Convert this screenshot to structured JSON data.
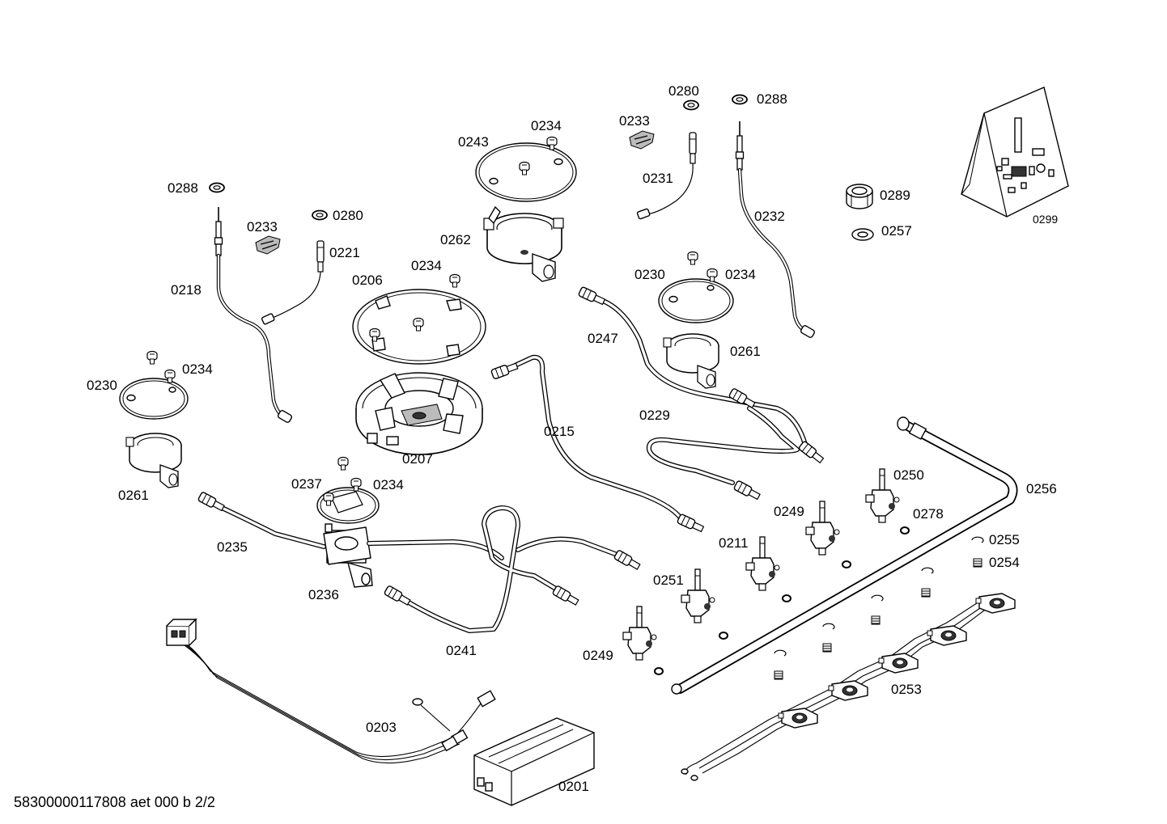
{
  "footer_text": "58300000117808 aet 000 b 2/2",
  "part_labels": [
    {
      "id": "p0280a",
      "text": "0280"
    },
    {
      "id": "p0288a",
      "text": "0288"
    },
    {
      "id": "p0234a",
      "text": "0234"
    },
    {
      "id": "p0233a",
      "text": "0233"
    },
    {
      "id": "p0243",
      "text": "0243"
    },
    {
      "id": "p0231",
      "text": "0231"
    },
    {
      "id": "p0288b",
      "text": "0288"
    },
    {
      "id": "p0233b",
      "text": "0233"
    },
    {
      "id": "p0280b",
      "text": "0280"
    },
    {
      "id": "p0221",
      "text": "0221"
    },
    {
      "id": "p0232",
      "text": "0232"
    },
    {
      "id": "p0289",
      "text": "0289"
    },
    {
      "id": "p0257",
      "text": "0257"
    },
    {
      "id": "p0299",
      "text": "0299"
    },
    {
      "id": "p0262",
      "text": "0262"
    },
    {
      "id": "p0218",
      "text": "0218"
    },
    {
      "id": "p0234b",
      "text": "0234"
    },
    {
      "id": "p0206",
      "text": "0206"
    },
    {
      "id": "p0230a",
      "text": "0230"
    },
    {
      "id": "p0234c",
      "text": "0234"
    },
    {
      "id": "p0247",
      "text": "0247"
    },
    {
      "id": "p0261a",
      "text": "0261"
    },
    {
      "id": "p0234d",
      "text": "0234"
    },
    {
      "id": "p0230b",
      "text": "0230"
    },
    {
      "id": "p0215",
      "text": "0215"
    },
    {
      "id": "p0229",
      "text": "0229"
    },
    {
      "id": "p0207",
      "text": "0207"
    },
    {
      "id": "p0261b",
      "text": "0261"
    },
    {
      "id": "p0237",
      "text": "0237"
    },
    {
      "id": "p0234e",
      "text": "0234"
    },
    {
      "id": "p0250",
      "text": "0250"
    },
    {
      "id": "p0256",
      "text": "0256"
    },
    {
      "id": "p0249a",
      "text": "0249"
    },
    {
      "id": "p0278",
      "text": "0278"
    },
    {
      "id": "p0235",
      "text": "0235"
    },
    {
      "id": "p0211",
      "text": "0211"
    },
    {
      "id": "p0255",
      "text": "0255"
    },
    {
      "id": "p0254",
      "text": "0254"
    },
    {
      "id": "p0251",
      "text": "0251"
    },
    {
      "id": "p0236",
      "text": "0236"
    },
    {
      "id": "p0241",
      "text": "0241"
    },
    {
      "id": "p0249b",
      "text": "0249"
    },
    {
      "id": "p0253",
      "text": "0253"
    },
    {
      "id": "p0203",
      "text": "0203"
    },
    {
      "id": "p0201",
      "text": "0201"
    }
  ]
}
